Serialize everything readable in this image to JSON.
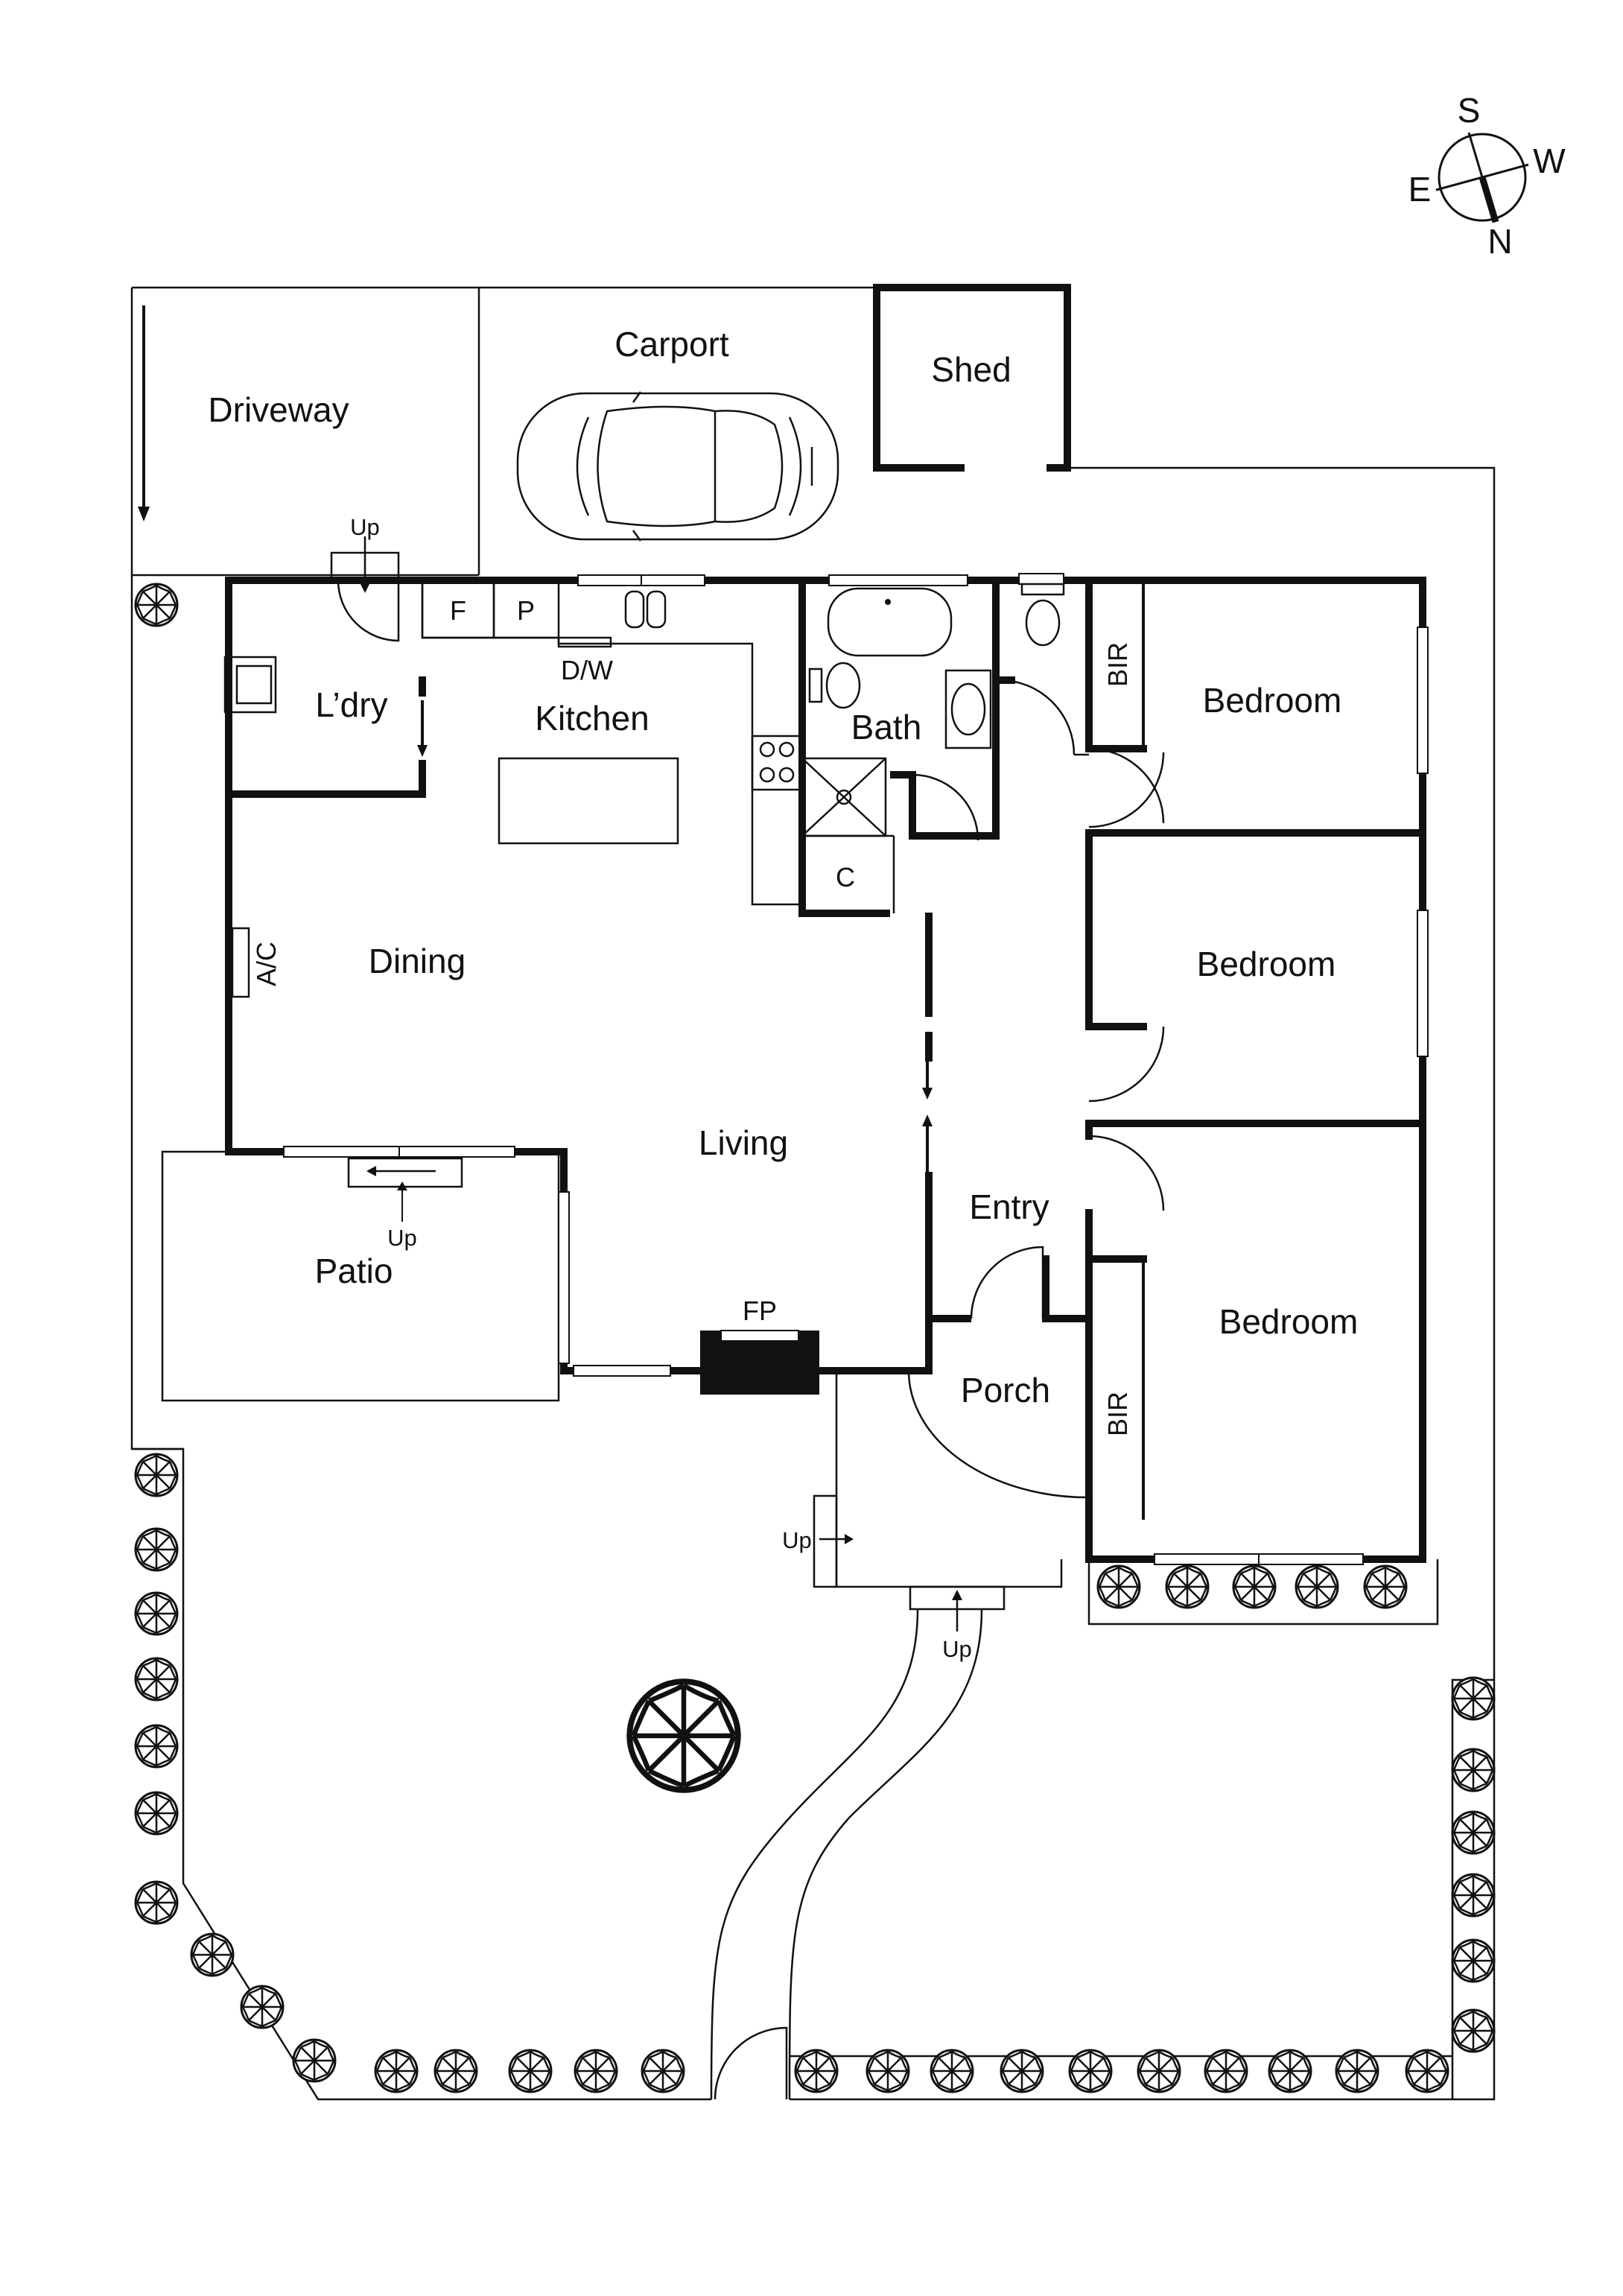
{
  "compass": {
    "s": "S",
    "w": "W",
    "e": "E",
    "n": "N"
  },
  "outdoor": {
    "driveway": "Driveway",
    "carport": "Carport",
    "shed": "Shed",
    "patio": "Patio"
  },
  "rooms": {
    "laundry": "L’dry",
    "kitchen": "Kitchen",
    "dining": "Dining",
    "living": "Living",
    "bath": "Bath",
    "entry": "Entry",
    "porch": "Porch",
    "bedroom_1": "Bedroom",
    "bedroom_2": "Bedroom",
    "bedroom_3": "Bedroom"
  },
  "fixtures": {
    "fridge": "F",
    "pantry": "P",
    "dishwasher": "D/W",
    "cupboard": "C",
    "air_conditioner": "A/C",
    "fireplace": "FP",
    "bir_1": "BIR",
    "bir_2": "BIR"
  },
  "steps": {
    "laundry_up": "Up",
    "patio_up": "Up",
    "porch_side_up": "Up",
    "porch_front_up": "Up"
  }
}
